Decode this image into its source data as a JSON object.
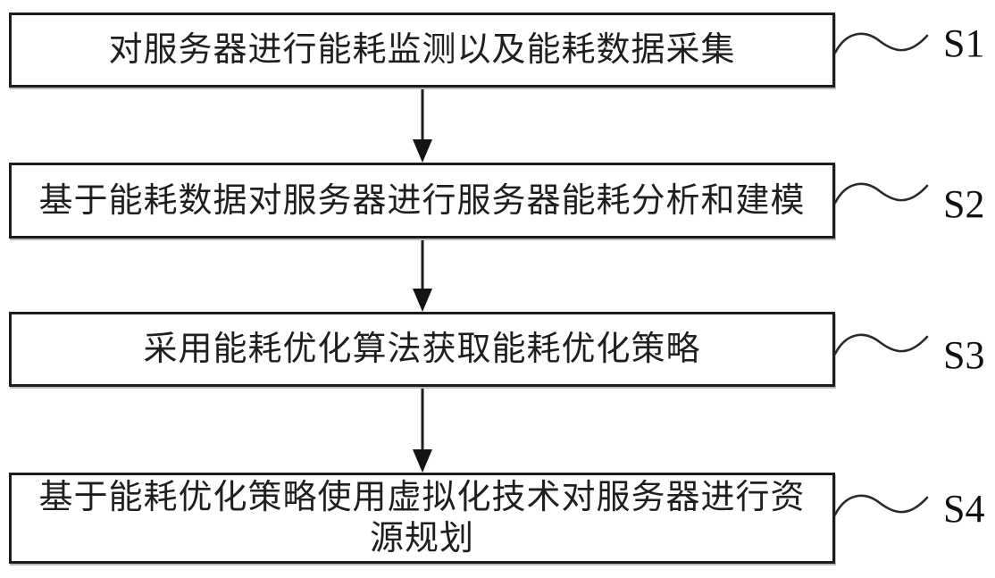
{
  "figure": {
    "background": "#ffffff",
    "line_color": "#1c1c1c",
    "text_color": "#1f1f1f"
  },
  "steps": [
    {
      "label": "对服务器进行能耗监测以及能耗数据采集",
      "tag": "S1"
    },
    {
      "label": "基于能耗数据对服务器进行服务器能耗分析和建模",
      "tag": "S2"
    },
    {
      "label": "采用能耗优化算法获取能耗优化策略",
      "tag": "S3"
    },
    {
      "label": "基于能耗优化策略使用虚拟化技术对服务器进行资源规划",
      "tag": "S4"
    }
  ]
}
